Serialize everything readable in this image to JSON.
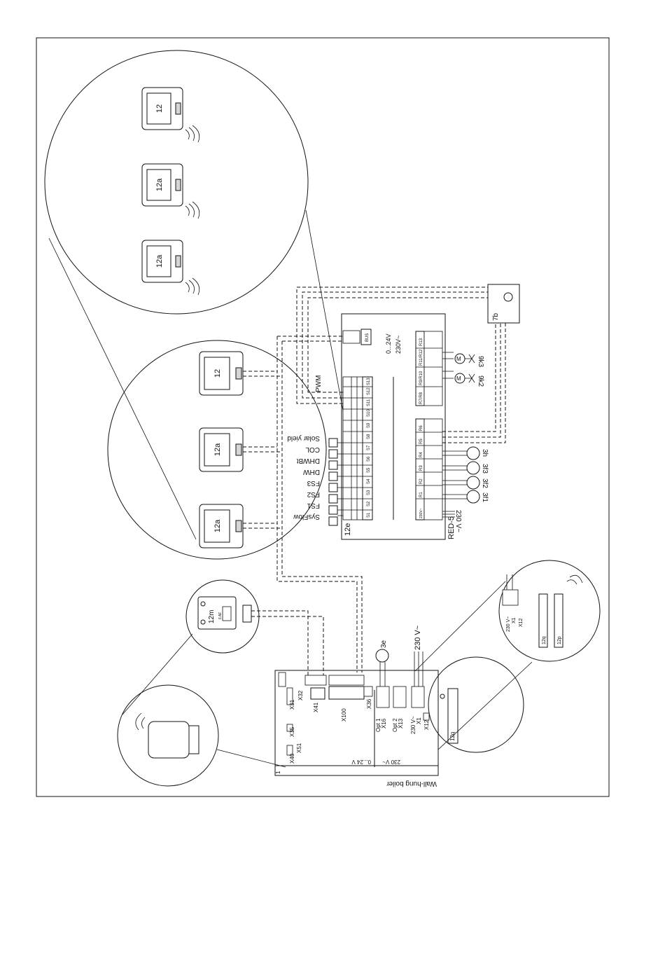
{
  "controller": {
    "id": "12e",
    "model": "RED-5",
    "voltage_low": "0...24V",
    "voltage_high": "230V~",
    "bus": "BUS",
    "pwm": "PWM",
    "sensors": [
      "S1",
      "S2",
      "S3",
      "S4",
      "S5",
      "S6",
      "S7",
      "S8",
      "S9",
      "S10",
      "S11",
      "S12",
      "S13"
    ],
    "relays_left": [
      "R1",
      "R2",
      "R3",
      "R4",
      "R5",
      "R6"
    ],
    "relays_right": [
      "R7/R8",
      "R9/R10",
      "R11/R12",
      "R13"
    ],
    "power_in_label": "230V~"
  },
  "sensor_labels": [
    "SysFlow",
    "FS1",
    "FS2",
    "FS3",
    "DHW",
    "DHWBt",
    "COL",
    "Solar yield"
  ],
  "outputs": [
    "230 V~",
    "3f1",
    "3f2",
    "3f3",
    "3h"
  ],
  "mixers": [
    "9k2",
    "9k3"
  ],
  "pump_7b": "7b",
  "thermostats_upper": [
    "12",
    "12a",
    "12a"
  ],
  "thermostats_middle": [
    "12",
    "12a",
    "12a"
  ],
  "module_12m": {
    "id": "12m",
    "terminal": "6 AF"
  },
  "boiler": {
    "title": "Wall-hung boiler",
    "id": "1",
    "connectors": [
      "X31",
      "X32",
      "X35",
      "X36",
      "X40",
      "X41",
      "X51",
      "X100"
    ],
    "voltage_low": "0...24 V",
    "voltage_high": "230 V~",
    "opt1": "Opt 1",
    "opt2": "Opt 2",
    "x16": "X16",
    "x13": "X13",
    "x1": "X1",
    "x12": "X12",
    "power_label": "230 V~",
    "pump_3e": "3e"
  },
  "detail_right": {
    "x1": "X1",
    "x12": "X12",
    "voltage": "230 V~",
    "items": [
      "12q",
      "12p"
    ]
  },
  "sensor_12q": "12q"
}
